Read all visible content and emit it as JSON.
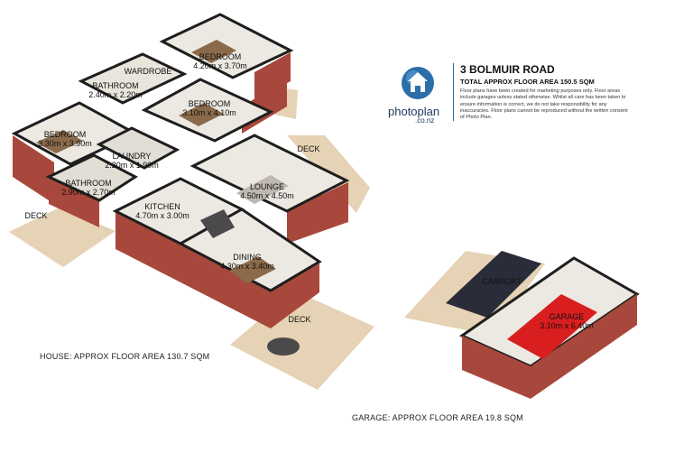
{
  "brand": {
    "name_main": "photoplan",
    "name_sub": ".co.nz",
    "accent_color": "#2b6ea8",
    "icon": "house-globe-icon"
  },
  "header": {
    "title": "3 BOLMUIR ROAD",
    "subtitle": "TOTAL APPROX FLOOR AREA 150.5 SQM",
    "disclaimer": "Floor plans have been created for marketing purposes only. Floor areas include garages unless stated otherwise. Whilst all care has been taken to ensure information is correct, we do not take responsibility for any inaccuracies. Floor plans cannot be reproduced without the written consent of Photo Plan."
  },
  "rooms": {
    "bedroom_top": {
      "name": "BEDROOM",
      "dims": "4.20m x 3.70m"
    },
    "wardrobe": {
      "name": "WARDROBE"
    },
    "bathroom_top": {
      "name": "BATHROOM",
      "dims": "2.40m x 2.20m"
    },
    "bedroom_mid": {
      "name": "BEDROOM",
      "dims": "3.10m x 4.10m"
    },
    "bedroom_left": {
      "name": "BEDROOM",
      "dims": "3.30m x 3.90m"
    },
    "laundry": {
      "name": "LAUNDRY",
      "dims": "2.20m x 1.90m"
    },
    "bathroom_left": {
      "name": "BATHROOM",
      "dims": "2.90m x 2.70m"
    },
    "lounge": {
      "name": "LOUNGE",
      "dims": "4.50m x 4.50m"
    },
    "kitchen": {
      "name": "KITCHEN",
      "dims": "4.70m x 3.00m"
    },
    "dining": {
      "name": "DINING",
      "dims": "4.30m x 3.40m"
    },
    "carport": {
      "name": "CARPORT"
    },
    "garage": {
      "name": "GARAGE",
      "dims": "3.10m x 6.40m"
    }
  },
  "decks": {
    "east": "DECK",
    "west": "DECK",
    "south": "DECK"
  },
  "areas": {
    "house": "HOUSE: APPROX FLOOR AREA 130.7 SQM",
    "garage": "GARAGE: APPROX FLOOR AREA 19.8 SQM"
  },
  "colors": {
    "brick": "#a8473b",
    "wall_top": "#1e1e1e",
    "floor": "#ece8e2",
    "deck": "#e6d2b4",
    "car": "#d81e1e",
    "suv": "#2a2c3a"
  }
}
